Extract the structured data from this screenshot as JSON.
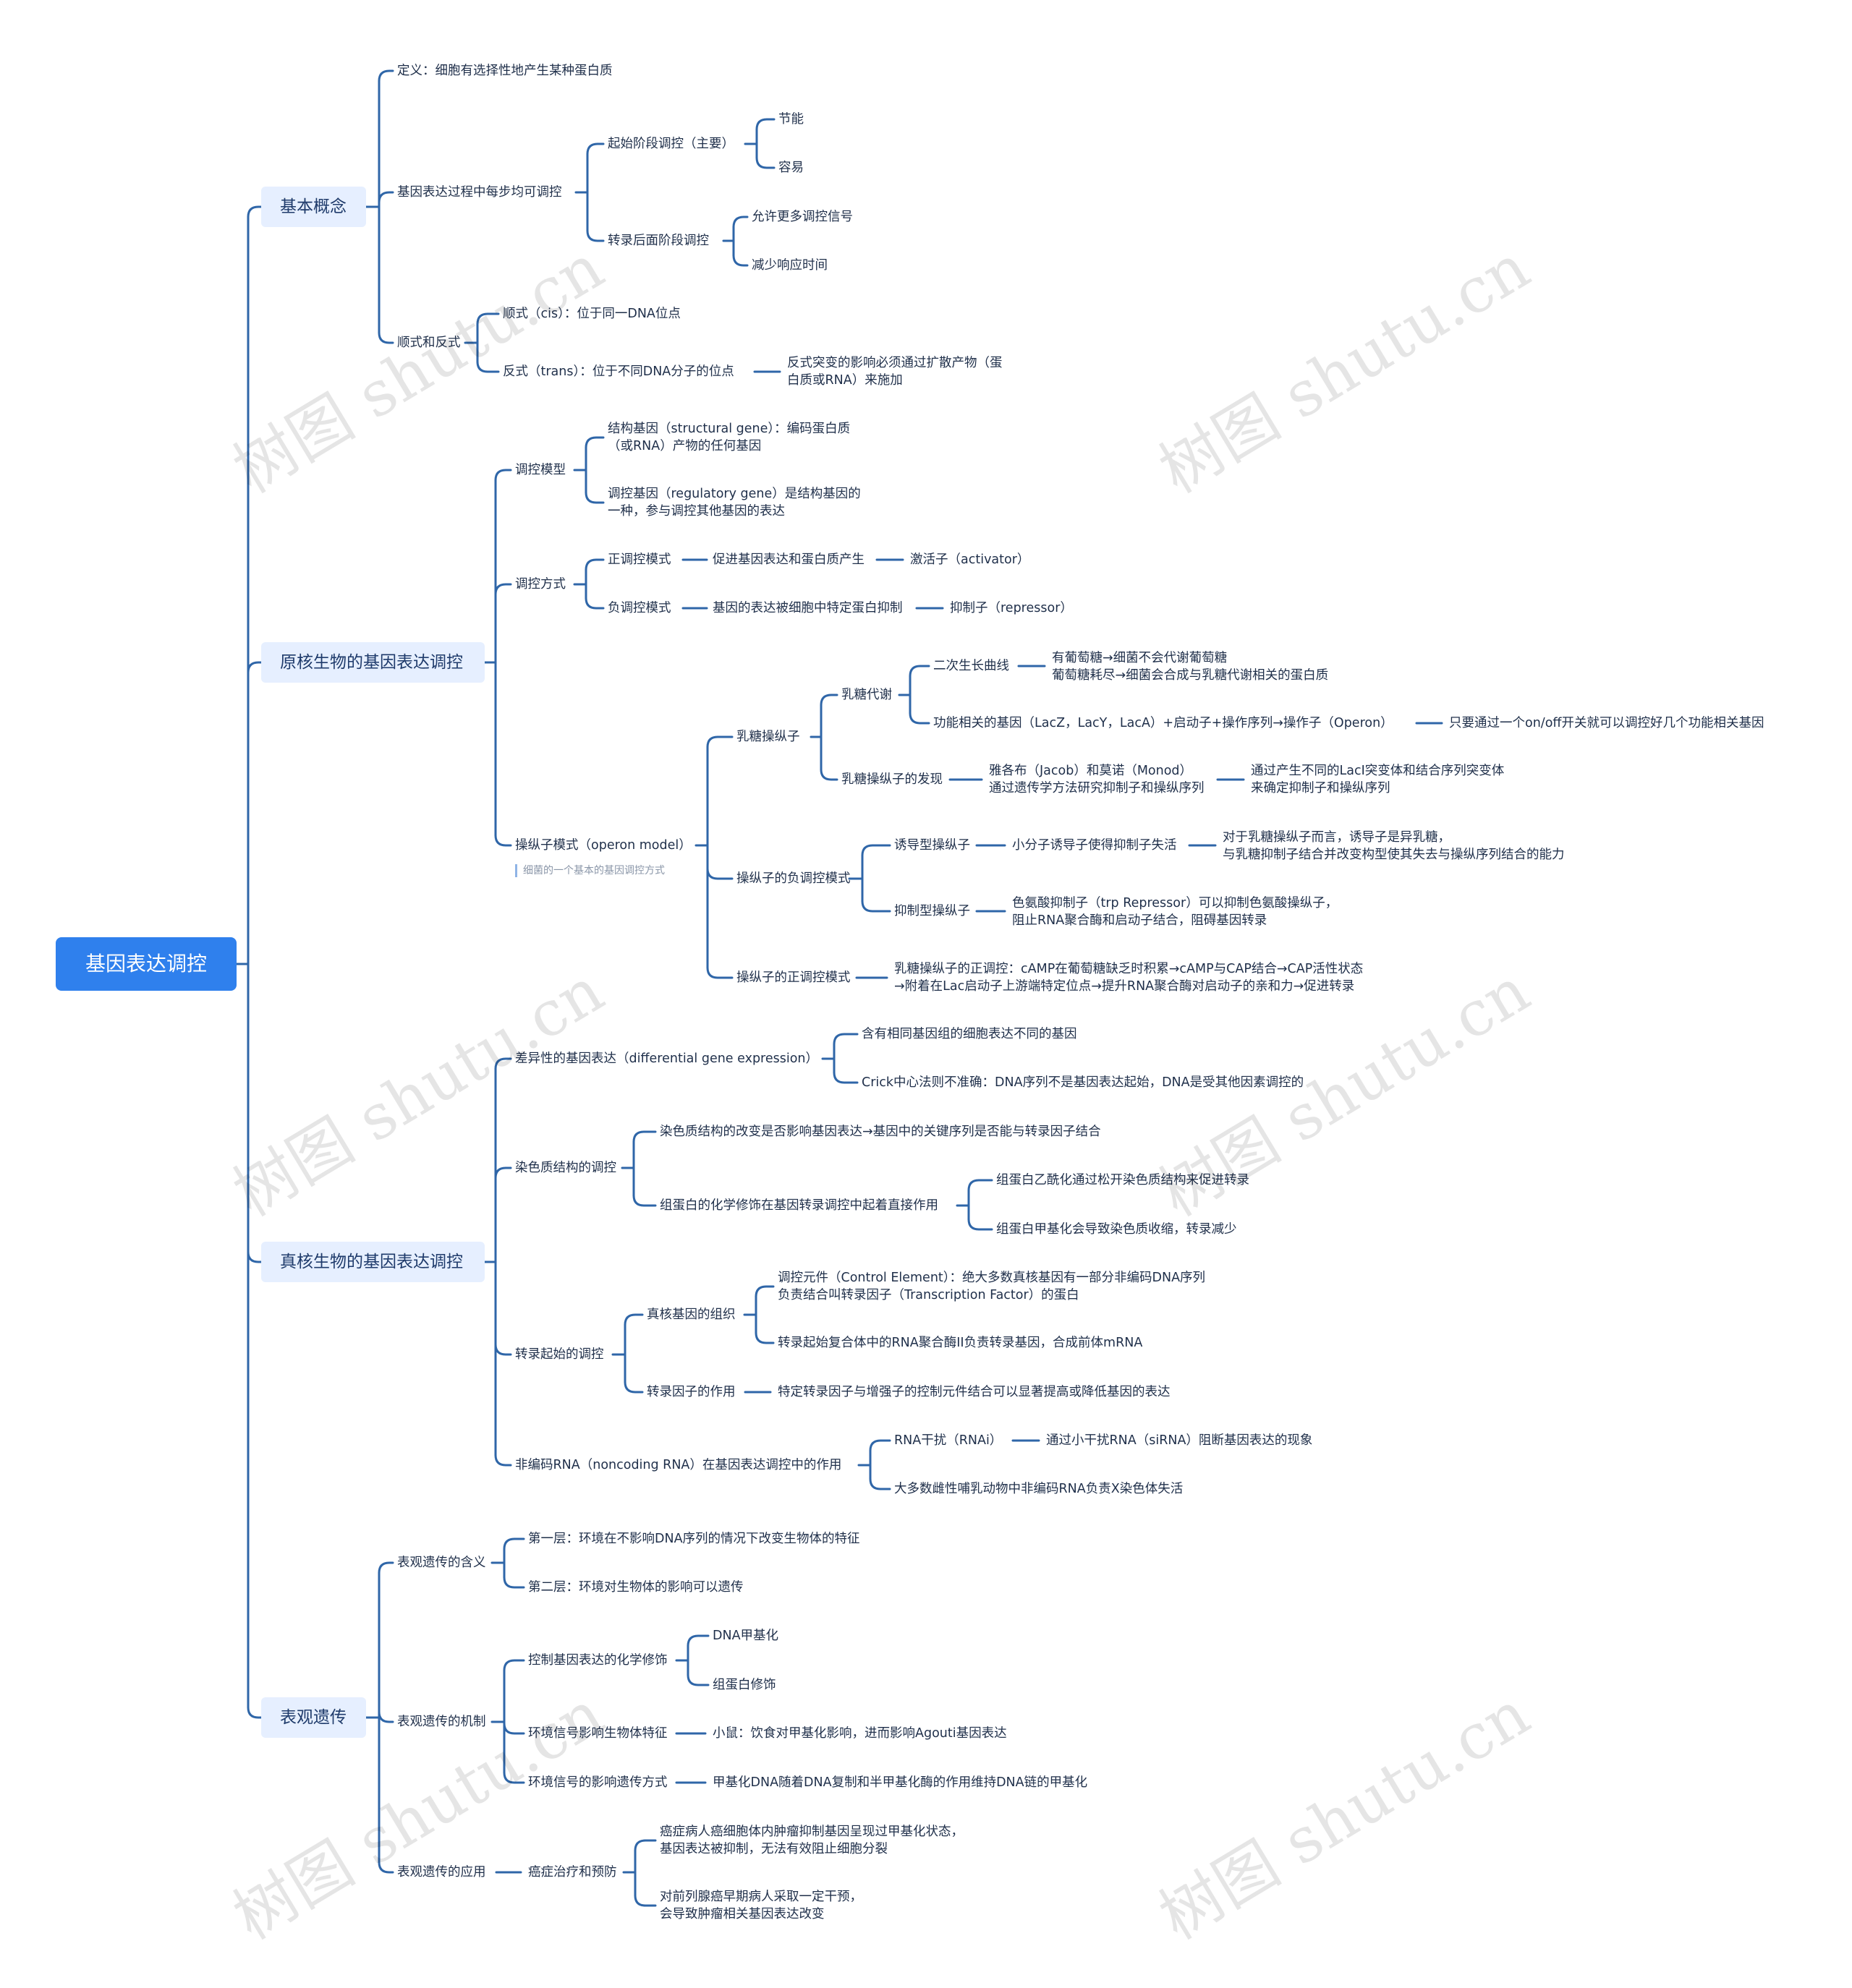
{
  "root": "基因表达调控",
  "branches": {
    "basic": {
      "label": "基本概念",
      "definition": "定义：细胞有选择性地产生某种蛋白质",
      "each_step": {
        "label": "基因表达过程中每步均可调控",
        "initiation": {
          "label": "起始阶段调控（主要）",
          "items": [
            "节能",
            "容易"
          ]
        },
        "post": {
          "label": "转录后面阶段调控",
          "items": [
            "允许更多调控信号",
            "减少响应时间"
          ]
        }
      },
      "cis_trans": {
        "label": "顺式和反式",
        "cis": "顺式（cis）：位于同一DNA位点",
        "trans": "反式（trans）：位于不同DNA分子的位点",
        "trans_note_1": "反式突变的影响必须通过扩散产物（蛋",
        "trans_note_2": "白质或RNA）来施加"
      }
    },
    "prokaryote": {
      "label": "原核生物的基因表达调控",
      "model": {
        "label": "调控模型",
        "structural_1": "结构基因（structural gene）：编码蛋白质",
        "structural_2": "（或RNA）产物的任何基因",
        "regulatory_1": "调控基因（regulatory gene）是结构基因的",
        "regulatory_2": "一种，参与调控其他基因的表达"
      },
      "mode": {
        "label": "调控方式",
        "positive": {
          "label": "正调控模式",
          "desc": "促进基因表达和蛋白质产生",
          "factor": "激活子（activator）"
        },
        "negative": {
          "label": "负调控模式",
          "desc": "基因的表达被细胞中特定蛋白抑制",
          "factor": "抑制子（repressor）"
        }
      },
      "operon": {
        "label": "操纵子模式（operon model）",
        "note": "细菌的一个基本的基因调控方式",
        "lac": {
          "label": "乳糖操纵子",
          "metabolism": {
            "label": "乳糖代谢",
            "diauxic": "二次生长曲线",
            "diauxic_1": "有葡萄糖→细菌不会代谢葡萄糖",
            "diauxic_2": "葡萄糖耗尽→细菌会合成与乳糖代谢相关的蛋白质",
            "genes": "功能相关的基因（LacZ，LacY，LacA）+启动子+操作序列→操作子（Operon）",
            "genes_note": "只要通过一个on/off开关就可以调控好几个功能相关基因"
          },
          "discovery": {
            "label": "乳糖操纵子的发现",
            "who_1": "雅各布（Jacob）和莫诺（Monod）",
            "who_2": "通过遗传学方法研究抑制子和操纵序列",
            "how_1": "通过产生不同的LacI突变体和结合序列突变体",
            "how_2": "来确定抑制子和操纵序列"
          }
        },
        "negative": {
          "label": "操纵子的负调控模式",
          "inducible": {
            "label": "诱导型操纵子",
            "desc": "小分子诱导子使得抑制子失活",
            "detail_1": "对于乳糖操纵子而言，诱导子是异乳糖，",
            "detail_2": "与乳糖抑制子结合并改变构型使其失去与操纵序列结合的能力"
          },
          "repressible": {
            "label": "抑制型操纵子",
            "detail_1": "色氨酸抑制子（trp Repressor）可以抑制色氨酸操纵子，",
            "detail_2": "阻止RNA聚合酶和启动子结合，阻碍基因转录"
          }
        },
        "positive": {
          "label": "操纵子的正调控模式",
          "detail_1": "乳糖操纵子的正调控：cAMP在葡萄糖缺乏时积累→cAMP与CAP结合→CAP活性状态",
          "detail_2": "→附着在Lac启动子上游端特定位点→提升RNA聚合酶对启动子的亲和力→促进转录"
        }
      }
    },
    "eukaryote": {
      "label": "真核生物的基因表达调控",
      "differential": {
        "label": "差异性的基因表达（differential gene expression）",
        "item_1": "含有相同基因组的细胞表达不同的基因",
        "item_2": "Crick中心法则不准确：DNA序列不是基因表达起始，DNA是受其他因素调控的"
      },
      "chromatin": {
        "label": "染色质结构的调控",
        "item_1": "染色质结构的改变是否影响基因表达→基因中的关键序列是否能与转录因子结合",
        "histone": {
          "label": "组蛋白的化学修饰在基因转录调控中起着直接作用",
          "acetyl": "组蛋白乙酰化通过松开染色质结构来促进转录",
          "methyl": "组蛋白甲基化会导致染色质收缩，转录减少"
        }
      },
      "transcription": {
        "label": "转录起始的调控",
        "organization": {
          "label": "真核基因的组织",
          "element_1": "调控元件（Control Element）：绝大多数真核基因有一部分非编码DNA序列",
          "element_2": "负责结合叫转录因子（Transcription Factor）的蛋白",
          "complex": "转录起始复合体中的RNA聚合酶II负责转录基因，合成前体mRNA"
        },
        "factor": {
          "label": "转录因子的作用",
          "desc": "特定转录因子与增强子的控制元件结合可以显著提高或降低基因的表达"
        }
      },
      "ncrna": {
        "label": "非编码RNA（noncoding RNA）在基因表达调控中的作用",
        "rnai": "RNA干扰（RNAi）",
        "rnai_desc": "通过小干扰RNA（siRNA）阻断基因表达的现象",
        "xist": "大多数雌性哺乳动物中非编码RNA负责X染色体失活"
      }
    },
    "epigenetics": {
      "label": "表观遗传",
      "meaning": {
        "label": "表观遗传的含义",
        "layer_1": "第一层：环境在不影响DNA序列的情况下改变生物体的特征",
        "layer_2": "第二层：环境对生物体的影响可以遗传"
      },
      "mechanism": {
        "label": "表观遗传的机制",
        "chemical": {
          "label": "控制基因表达的化学修饰",
          "items": [
            "DNA甲基化",
            "组蛋白修饰"
          ]
        },
        "signal": {
          "label": "环境信号影响生物体特征",
          "desc": "小鼠：饮食对甲基化影响，进而影响Agouti基因表达"
        },
        "inherit": {
          "label": "环境信号的影响遗传方式",
          "desc": "甲基化DNA随着DNA复制和半甲基化酶的作用维持DNA链的甲基化"
        }
      },
      "application": {
        "label": "表观遗传的应用",
        "cancer": {
          "label": "癌症治疗和预防",
          "item_1a": "癌症病人癌细胞体内肿瘤抑制基因呈现过甲基化状态，",
          "item_1b": "基因表达被抑制，无法有效阻止细胞分裂",
          "item_2a": "对前列腺癌早期病人采取一定干预，",
          "item_2b": "会导致肿瘤相关基因表达改变"
        }
      }
    }
  },
  "watermark": "树图 shutu.cn",
  "colors": {
    "line": "#2f66a8",
    "root_fill": "#2f80ed",
    "branch_fill": "#e6efff",
    "text": "#1f2f4a"
  }
}
